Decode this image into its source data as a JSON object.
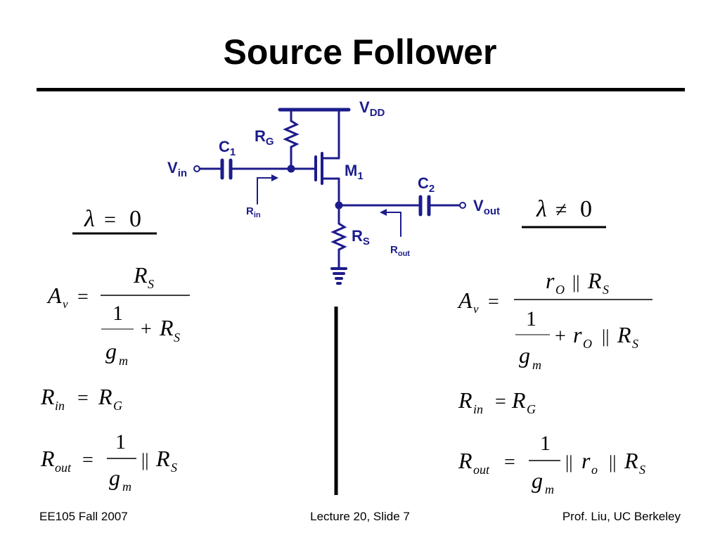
{
  "slide": {
    "title": "Source Follower"
  },
  "circuit": {
    "vdd": "V",
    "vdd_sub": "DD",
    "rg": "R",
    "rg_sub": "G",
    "c1": "C",
    "c1_sub": "1",
    "vin": "V",
    "vin_sub": "in",
    "m1": "M",
    "m1_sub": "1",
    "rin": "R",
    "rin_sub": "in",
    "c2": "C",
    "c2_sub": "2",
    "vout": "V",
    "vout_sub": "out",
    "rs": "R",
    "rs_sub": "S",
    "rout": "R",
    "rout_sub": "out",
    "wire_color": "#1c1c8c"
  },
  "left_case": {
    "condition_lhs": "λ",
    "condition_op": "=",
    "condition_rhs": "0",
    "av_A": "A",
    "av_sub": "v",
    "eq": "=",
    "av_num_R": "R",
    "av_num_sub": "S",
    "one": "1",
    "plus": "+",
    "av_den_R": "R",
    "av_den_sub": "S",
    "g": "g",
    "g_sub": "m",
    "rin_R": "R",
    "rin_sub": "in",
    "rin_rhs_R": "R",
    "rin_rhs_sub": "G",
    "rout_R": "R",
    "rout_sub": "out",
    "parallel": "||",
    "rout_rhs_R": "R",
    "rout_rhs_sub": "S"
  },
  "right_case": {
    "condition_lhs": "λ",
    "condition_op": "≠",
    "condition_rhs": "0",
    "av_A": "A",
    "av_sub": "v",
    "eq": "=",
    "r": "r",
    "ro_sub_O": "O",
    "ro_sub_o": "o",
    "parallel": "||",
    "R": "R",
    "S": "S",
    "one": "1",
    "plus": "+",
    "g": "g",
    "g_sub": "m",
    "rin_sub": "in",
    "G": "G",
    "out": "out"
  },
  "footer": {
    "left": "EE105 Fall 2007",
    "center": "Lecture 20, Slide 7",
    "right": "Prof. Liu, UC Berkeley"
  }
}
